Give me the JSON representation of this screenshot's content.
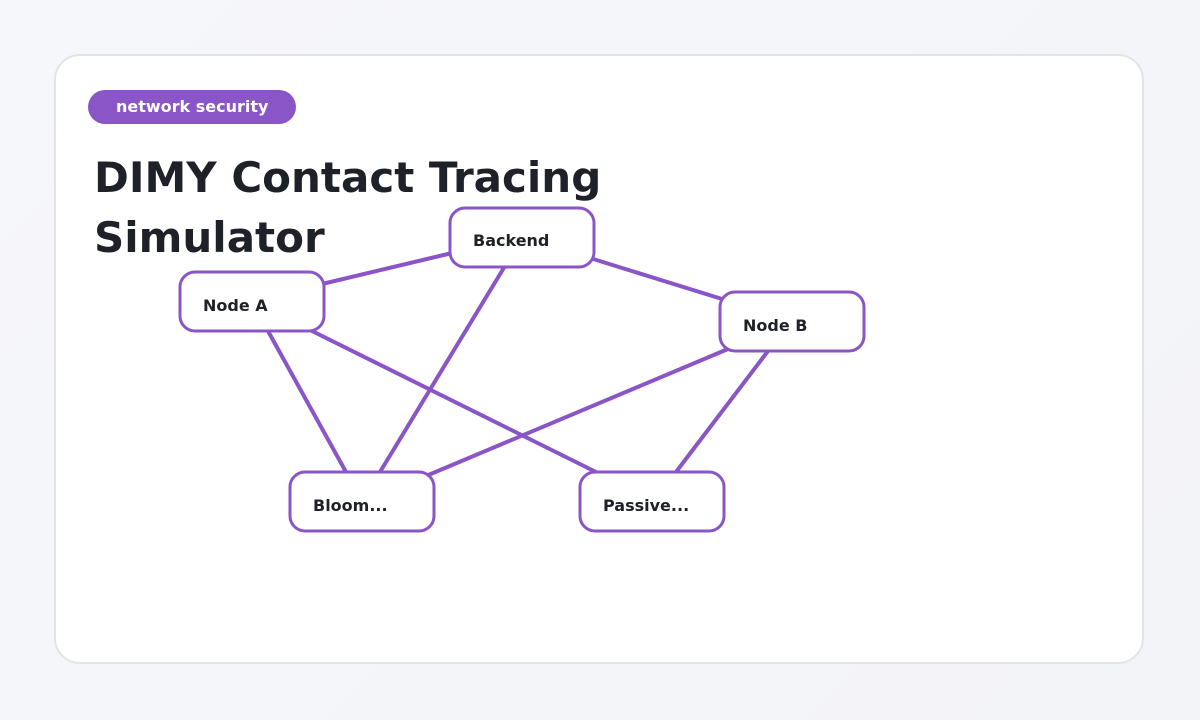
{
  "tag": "network security",
  "title": "DIMY Contact Tracing Simulator",
  "colors": {
    "accent": "#8a55c7",
    "title": "#1e2128",
    "card_border": "#e1e4ea"
  },
  "diagram": {
    "nodes": [
      {
        "id": "backend",
        "label": "Backend"
      },
      {
        "id": "node-a",
        "label": "Node A"
      },
      {
        "id": "node-b",
        "label": "Node B"
      },
      {
        "id": "bloom",
        "label": "Bloom..."
      },
      {
        "id": "passive",
        "label": "Passive..."
      }
    ],
    "edges": [
      {
        "from": "node-a",
        "to": "backend"
      },
      {
        "from": "backend",
        "to": "node-b"
      },
      {
        "from": "backend",
        "to": "bloom"
      },
      {
        "from": "node-a",
        "to": "bloom"
      },
      {
        "from": "node-a",
        "to": "passive"
      },
      {
        "from": "node-b",
        "to": "bloom"
      },
      {
        "from": "node-b",
        "to": "passive"
      }
    ]
  }
}
